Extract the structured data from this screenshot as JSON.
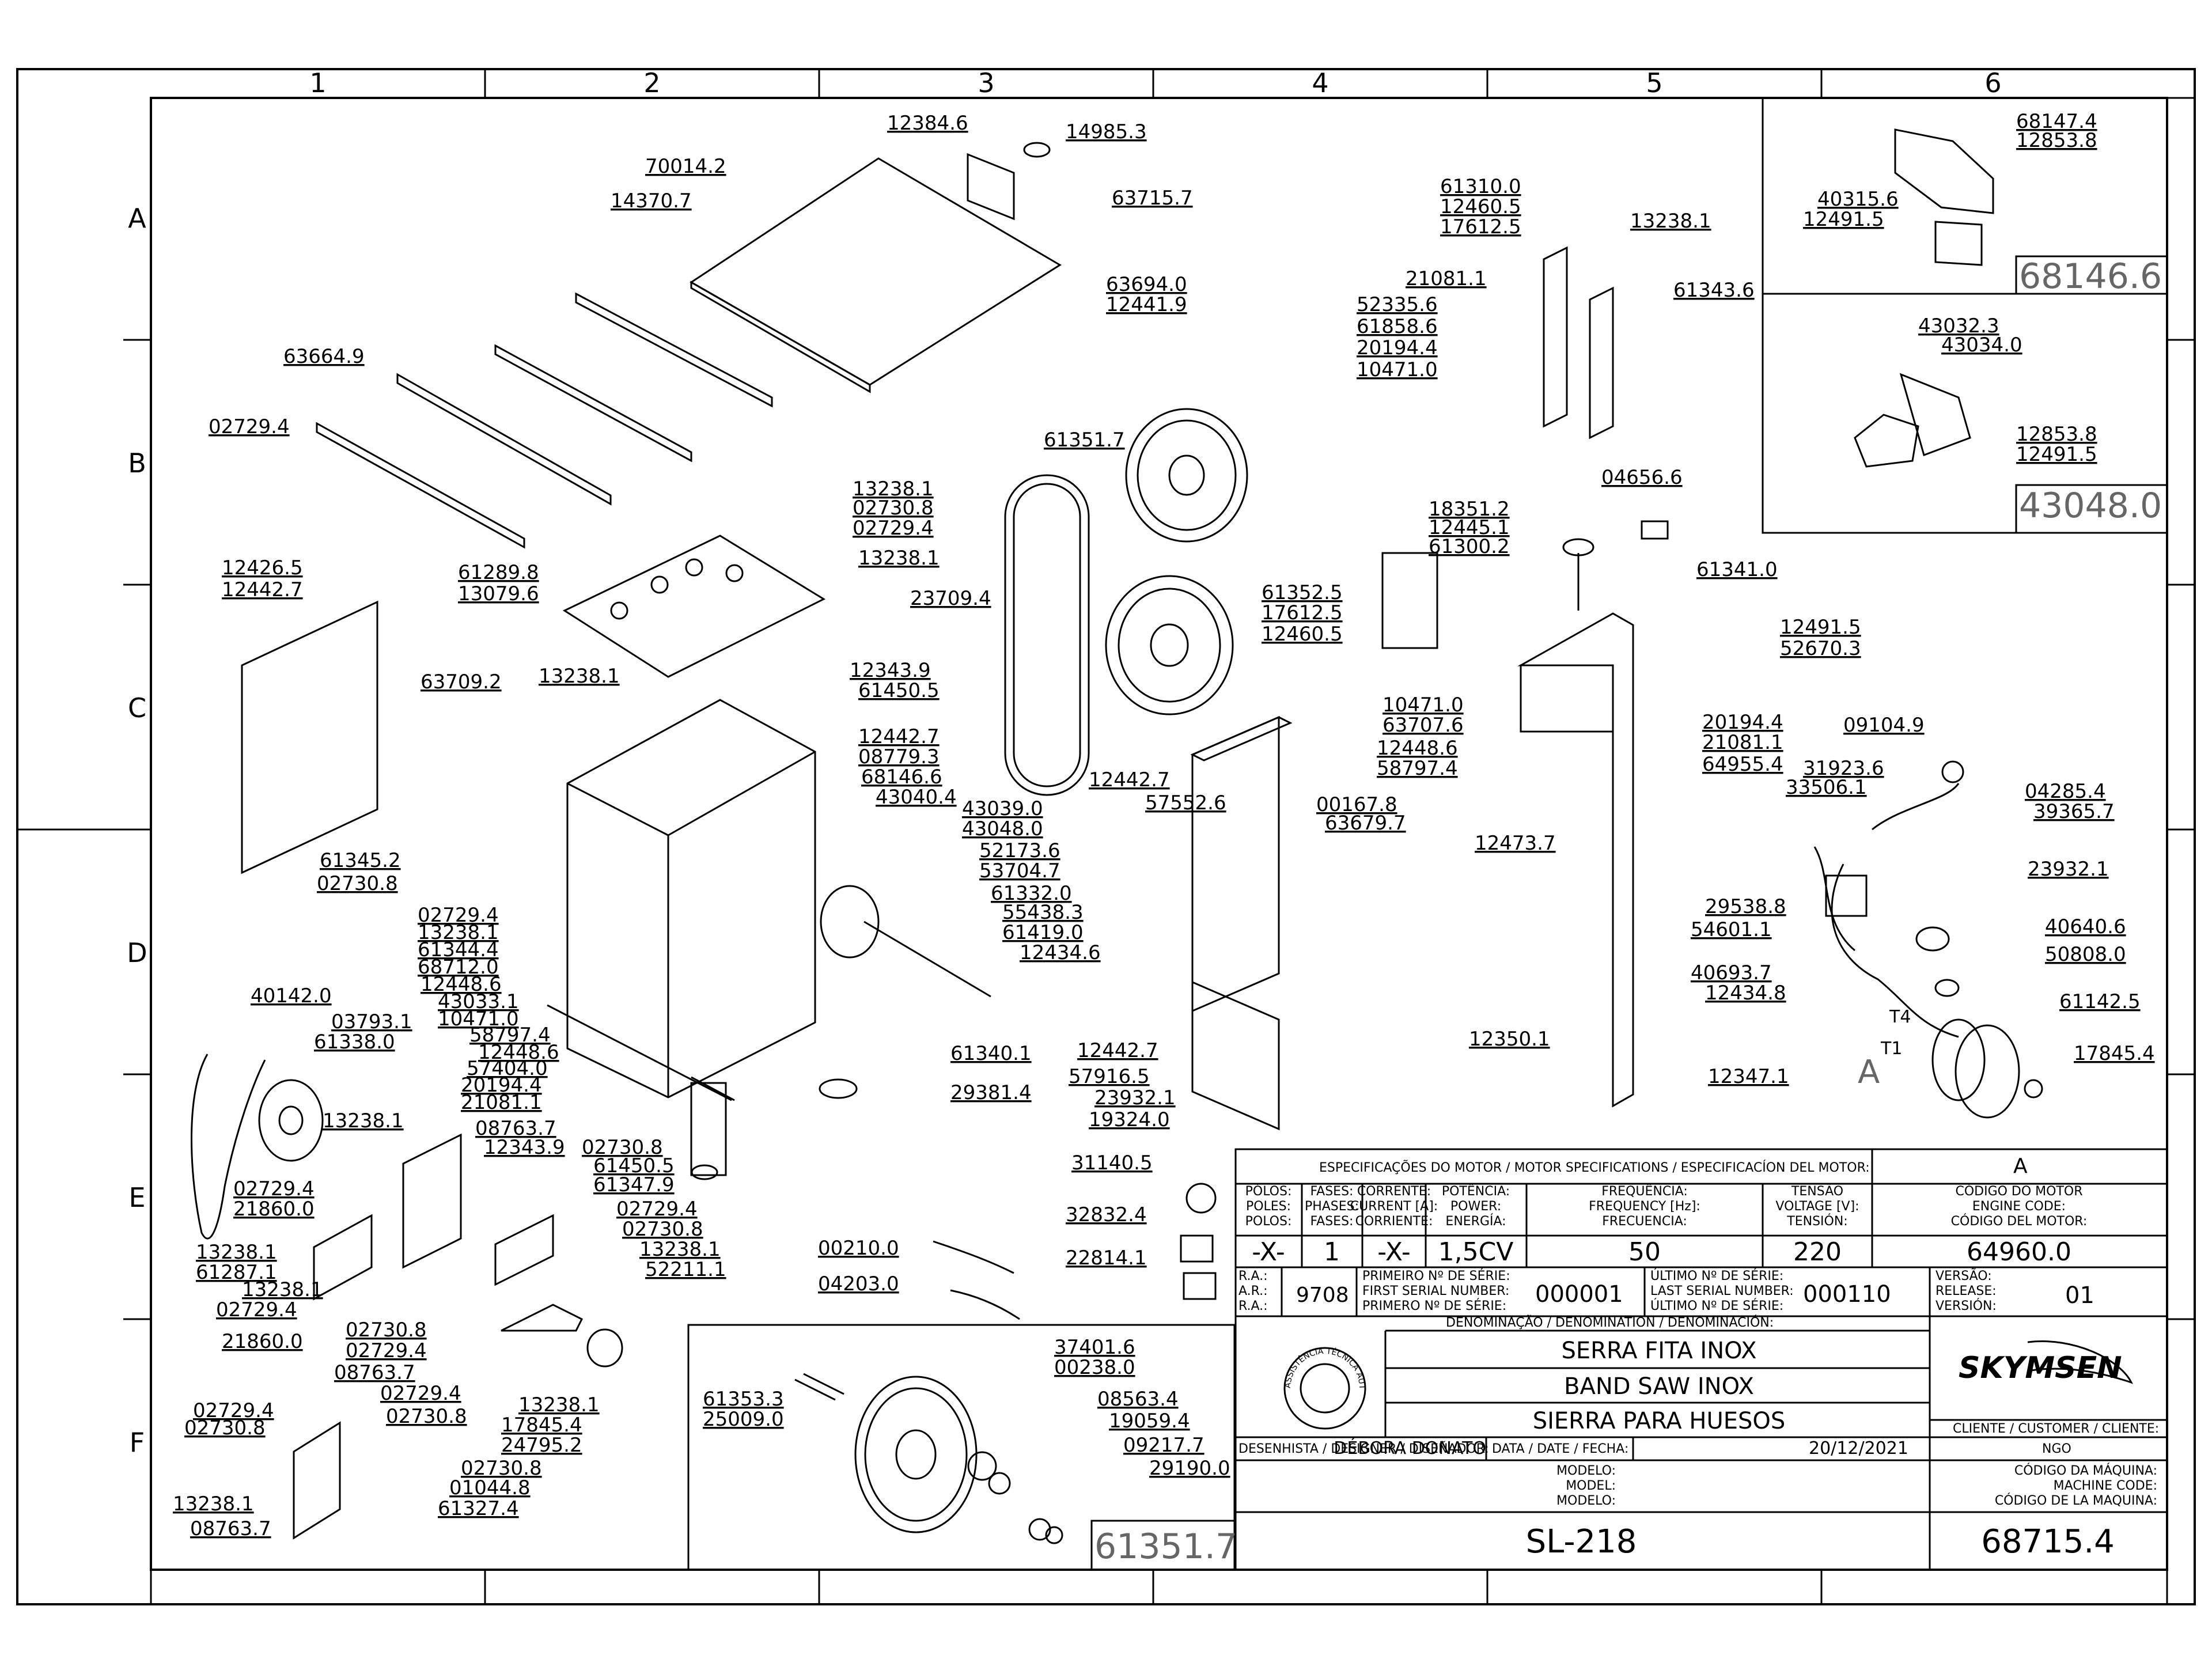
{
  "grid": {
    "columns": [
      "1",
      "2",
      "3",
      "4",
      "5",
      "6"
    ],
    "rows": [
      "A",
      "B",
      "C",
      "D",
      "E",
      "F"
    ]
  },
  "part_labels": [
    "12384.6",
    "14985.3",
    "70014.2",
    "63715.7",
    "14370.7",
    "63694.0",
    "12441.9",
    "63664.9",
    "02729.4",
    "61351.7",
    "61310.0",
    "12460.5",
    "17612.5",
    "13238.1",
    "21081.1",
    "61343.6",
    "52335.6",
    "61858.6",
    "20194.4",
    "10471.0",
    "13238.1",
    "02730.8",
    "02729.4",
    "13238.1",
    "61289.8",
    "13079.6",
    "12426.5",
    "12442.7",
    "63709.2",
    "13238.1",
    "23709.4",
    "61352.5",
    "17612.5",
    "12460.5",
    "18351.2",
    "12445.1",
    "61300.2",
    "04656.6",
    "61341.0",
    "12491.5",
    "52670.3",
    "10471.0",
    "63707.6",
    "20194.4",
    "21081.1",
    "12448.6",
    "58797.4",
    "64955.4",
    "09104.9",
    "31923.6",
    "33506.1",
    "04285.4",
    "39365.7",
    "23932.1",
    "12343.9",
    "61450.5",
    "12442.7",
    "08779.3",
    "68146.6",
    "43040.4",
    "43039.0",
    "43048.0",
    "52173.6",
    "53704.7",
    "61332.0",
    "55438.3",
    "61419.0",
    "12434.6",
    "61345.2",
    "02730.8",
    "02729.4",
    "13238.1",
    "61344.4",
    "68712.0",
    "12448.6",
    "43033.1",
    "10471.0",
    "58797.4",
    "12448.6",
    "57404.0",
    "20194.4",
    "21081.1",
    "57552.6",
    "12442.7",
    "00167.8",
    "63679.7",
    "12473.7",
    "29538.8",
    "54601.1",
    "40640.6",
    "50808.0",
    "40693.7",
    "12434.8",
    "61142.5",
    "12350.1",
    "12347.1",
    "17845.4",
    "40142.0",
    "03793.1",
    "61338.0",
    "61340.1",
    "29381.4",
    "12442.7",
    "57916.5",
    "23932.1",
    "19324.0",
    "13238.1",
    "08763.7",
    "12343.9",
    "02730.8",
    "61450.5",
    "61347.9",
    "02729.4",
    "02730.8",
    "13238.1",
    "52211.1",
    "02729.4",
    "21860.0",
    "13238.1",
    "61287.1",
    "13238.1",
    "02729.4",
    "21860.0",
    "02730.8",
    "02729.4",
    "08763.7",
    "02729.4",
    "02730.8",
    "13238.1",
    "17845.4",
    "24795.2",
    "31140.5",
    "32832.4",
    "22814.1",
    "00210.0",
    "04203.0",
    "02729.4",
    "02730.8",
    "02730.8",
    "01044.8",
    "61327.4",
    "13238.1",
    "08763.7",
    "37401.6",
    "00238.0",
    "08563.4",
    "19059.4",
    "09217.7",
    "29190.0",
    "61353.3",
    "25009.0"
  ],
  "insets": {
    "top": {
      "labels": [
        "68147.4",
        "12853.8",
        "40315.6",
        "12491.5"
      ],
      "code": "68146.6"
    },
    "middle": {
      "labels": [
        "43032.3",
        "43034.0",
        "12853.8",
        "12491.5"
      ],
      "code": "43048.0"
    },
    "pulley": {
      "code": "61351.7"
    }
  },
  "motor_spec": {
    "heading": "ESPECIFICAÇÕES DO MOTOR / MOTOR SPECIFICATIONS / ESPECIFICACÍON DEL MOTOR:",
    "rev_letter": "A",
    "columns": [
      {
        "label": [
          "PÓLOS:",
          "POLES:",
          "POLOS:"
        ],
        "value": "-X-"
      },
      {
        "label": [
          "FASES:",
          "PHASES:",
          "FASES:"
        ],
        "value": "1"
      },
      {
        "label": [
          "CORRENTE:",
          "CURRENT [A]:",
          "CORRIENTE:"
        ],
        "value": "-X-"
      },
      {
        "label": [
          "POTÊNCIA:",
          "POWER:",
          "ENERGÍA:"
        ],
        "value": "1,5CV"
      },
      {
        "label": [
          "FREQUÊNCIA:",
          "FREQUENCY [Hz]:",
          "FRECUENCIA:"
        ],
        "value": "50"
      },
      {
        "label": [
          "TENSÃO",
          "VOLTAGE [V]:",
          "TENSIÓN:"
        ],
        "value": "220"
      },
      {
        "label": [
          "CÓDIGO DO MOTOR",
          "ENGINE CODE:",
          "CÓDIGO DEL MOTOR:"
        ],
        "value": "64960.0"
      }
    ]
  },
  "serial": {
    "ra_label": [
      "R.A.:",
      "A.R.:",
      "R.A.:"
    ],
    "ra_value": "9708",
    "first_label": [
      "PRIMEIRO Nº DE SÉRIE:",
      "FIRST SERIAL NUMBER:",
      "PRIMERO Nº DE SÉRIE:"
    ],
    "first_value": "000001",
    "last_label": [
      "ÚLTIMO Nº DE SÉRIE:",
      "LAST SERIAL NUMBER:",
      "ÚLTIMO Nº DE SÉRIE:"
    ],
    "last_value": "000110",
    "version_label": [
      "VERSÃO:",
      "RELEASE:",
      "VERSIÓN:"
    ],
    "version_value": "01"
  },
  "denomination": {
    "heading": "DENOMINAÇÃO / DENOMINATION / DENOMINACIÓN:",
    "lines": [
      "SERRA FITA INOX",
      "BAND SAW INOX",
      "SIERRA PARA HUESOS"
    ],
    "stamp_text": "ASSISTÊNCIA TÉCNICA AUTORIZADA"
  },
  "brand": "SKYMSEN",
  "customer": {
    "label": "CLIENTE / CUSTOMER / CLIENTE:",
    "value": "NGO"
  },
  "designer": {
    "label": "DESENHISTA / DESIGNER / DISEÑADOR:",
    "value": "DÉBORA DONATO"
  },
  "date": {
    "label": "DATA / DATE / FECHA:",
    "value": "20/12/2021"
  },
  "model": {
    "label": [
      "MODELO:",
      "MODEL:",
      "MODELO:"
    ],
    "value": "SL-218"
  },
  "machine_code": {
    "label": [
      "CÓDIGO DA MÁQUINA:",
      "MACHINE CODE:",
      "CÓDIGO DE LA MAQUINA:"
    ],
    "value": "68715.4"
  },
  "motor_letter": "A",
  "motor_tags": [
    "T4",
    "T1"
  ]
}
